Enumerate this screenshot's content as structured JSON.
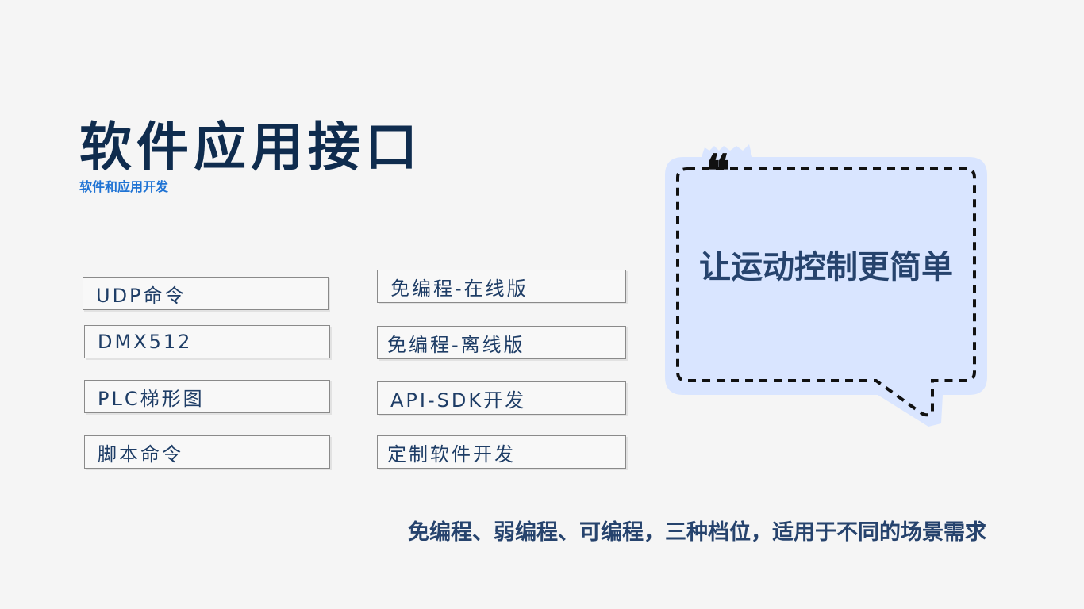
{
  "title": "软件应用接口",
  "subtitle": "软件和应用开发",
  "left_items": [
    "UDP命令",
    "DMX512",
    "PLC梯形图",
    "脚本命令"
  ],
  "right_items": [
    "免编程-在线版",
    "免编程-离线版",
    "API-SDK开发",
    "定制软件开发"
  ],
  "bubble": {
    "quote_mark": "❝",
    "text": "让运动控制更简单"
  },
  "bottom_text": "免编程、弱编程、可编程，三种档位，适用于不同的场景需求",
  "colors": {
    "background": "#f5f5f5",
    "title": "#0f2c4e",
    "subtitle": "#1f73d4",
    "bubble_fill": "#d9e5ff",
    "text_dark_blue": "#26436d"
  }
}
